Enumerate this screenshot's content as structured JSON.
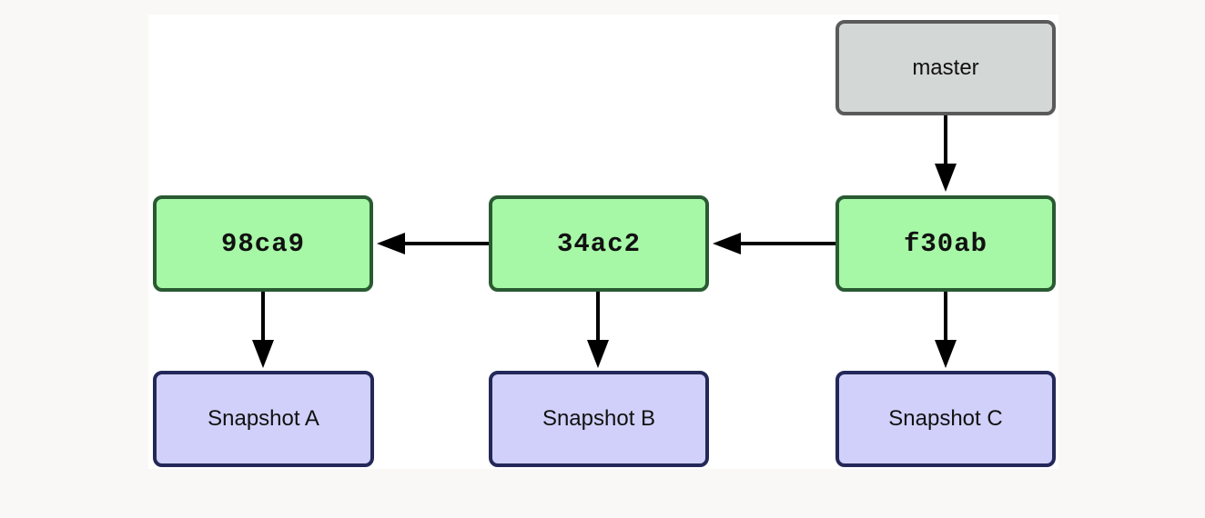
{
  "branch": {
    "label": "master"
  },
  "commits": [
    {
      "label": "98ca9"
    },
    {
      "label": "34ac2"
    },
    {
      "label": "f30ab"
    }
  ],
  "snapshots": [
    {
      "label": "Snapshot A"
    },
    {
      "label": "Snapshot B"
    },
    {
      "label": "Snapshot C"
    }
  ],
  "colors": {
    "branch_fill": "#d3d7d6",
    "branch_border": "#5a5a5a",
    "commit_fill": "#a6f7a6",
    "commit_border": "#2a5a32",
    "snapshot_fill": "#d0d0fa",
    "snapshot_border": "#232858",
    "arrow": "#000000"
  }
}
